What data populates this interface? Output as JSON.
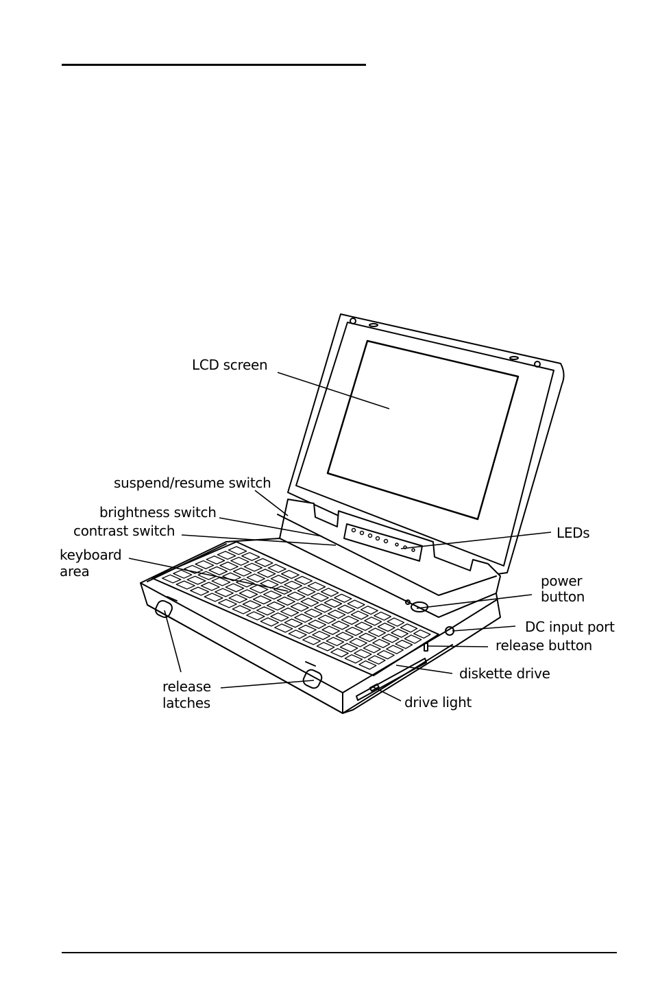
{
  "labels": {
    "lcd_screen": "LCD screen",
    "suspend_resume": "suspend/resume switch",
    "brightness": "brightness switch",
    "contrast": "contrast switch",
    "keyboard_1": "keyboard",
    "keyboard_2": "area",
    "leds": "LEDs",
    "power_1": "power",
    "power_2": "button",
    "dc_input": "DC input port",
    "release_button": "release button",
    "diskette": "diskette drive",
    "release_latches_1": "release",
    "release_latches_2": "latches",
    "drive_light": "drive light"
  }
}
